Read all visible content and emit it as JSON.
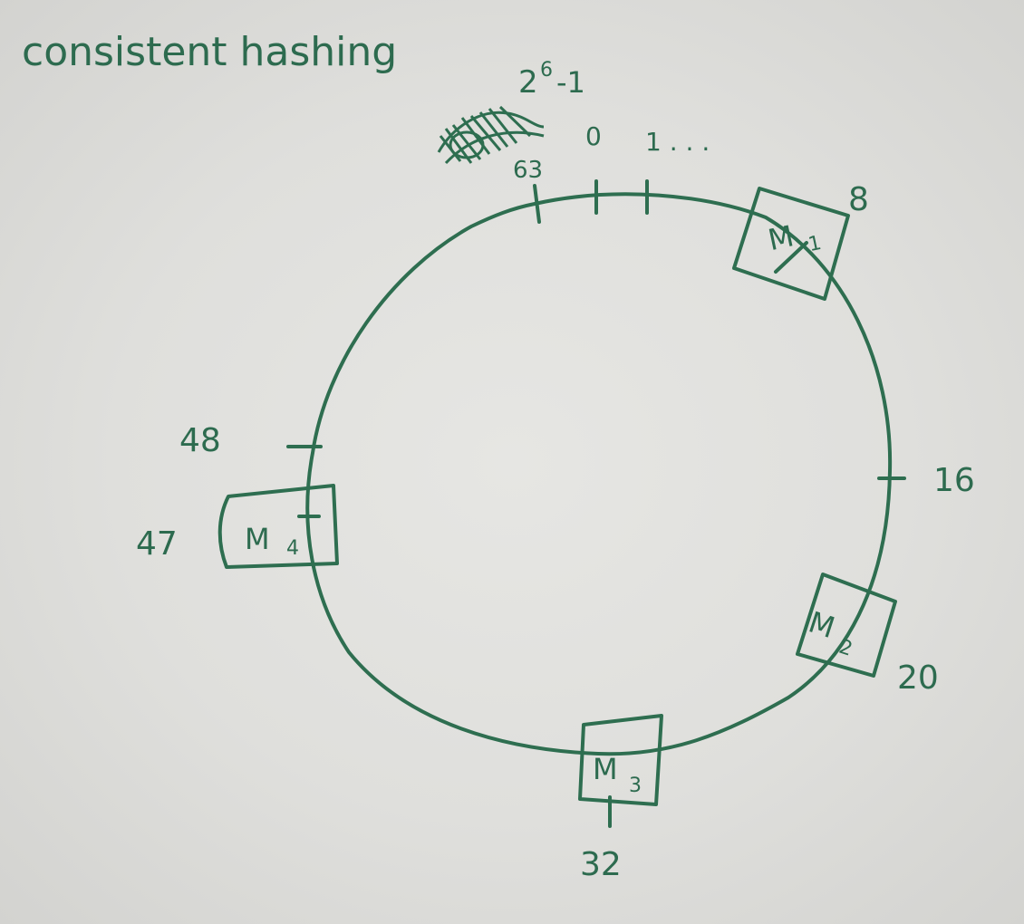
{
  "title": "consistent hashing",
  "top_labels": {
    "max_base": "2",
    "max_exp": "6",
    "max_suffix": "-1",
    "zero": "0",
    "one_ellipsis": "1 . . .",
    "sixty_three": "63"
  },
  "positions": [
    {
      "value": "8"
    },
    {
      "value": "16"
    },
    {
      "value": "20"
    },
    {
      "value": "32"
    },
    {
      "value": "47"
    },
    {
      "value": "48"
    }
  ],
  "machines": [
    {
      "name": "M",
      "sub": "1"
    },
    {
      "name": "M",
      "sub": "2"
    },
    {
      "name": "M",
      "sub": "3"
    },
    {
      "name": "M",
      "sub": "4"
    }
  ],
  "colors": {
    "ink": "#2e6e50",
    "board": "#e2e2df"
  }
}
